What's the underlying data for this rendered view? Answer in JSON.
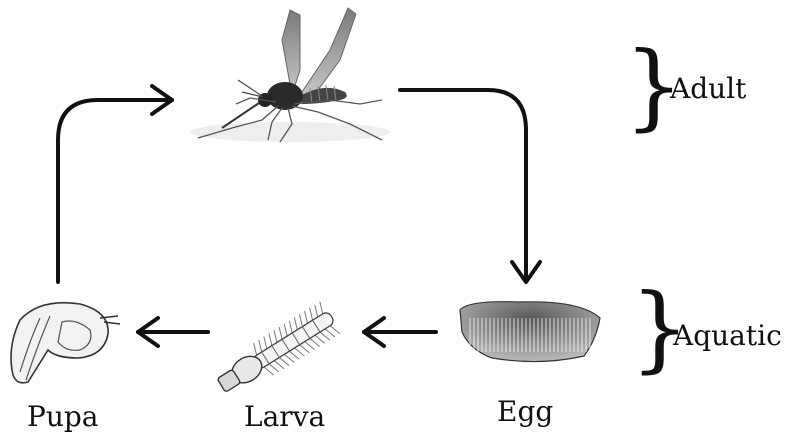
{
  "stages": {
    "adult": {
      "label": ""
    },
    "egg": {
      "label": "Egg"
    },
    "larva": {
      "label": "Larva"
    },
    "pupa": {
      "label": "Pupa"
    }
  },
  "groups": {
    "adult": "Adult",
    "aquatic": "Aquatic"
  },
  "colors": {
    "ink": "#111111",
    "body_dark": "#3a3a3a",
    "wing": "#8a8a8a",
    "egg_fill": "#6b6b6b"
  }
}
